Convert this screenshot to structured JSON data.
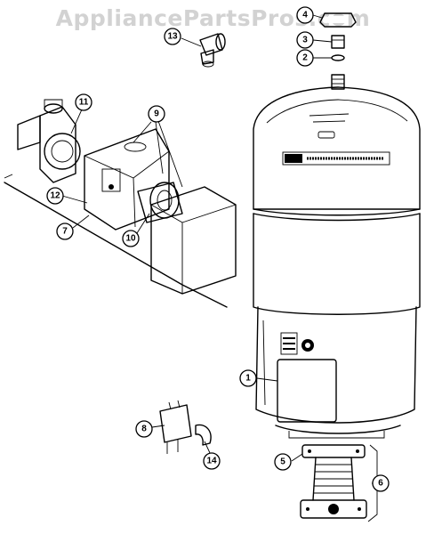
{
  "watermark": "AppliancePartsPros.com",
  "callouts": [
    {
      "label": "1"
    },
    {
      "label": "2"
    },
    {
      "label": "3"
    },
    {
      "label": "4"
    },
    {
      "label": "5"
    },
    {
      "label": "6"
    },
    {
      "label": "7"
    },
    {
      "label": "8"
    },
    {
      "label": "9"
    },
    {
      "label": "10"
    },
    {
      "label": "11"
    },
    {
      "label": "12"
    },
    {
      "label": "13"
    },
    {
      "label": "14"
    }
  ]
}
